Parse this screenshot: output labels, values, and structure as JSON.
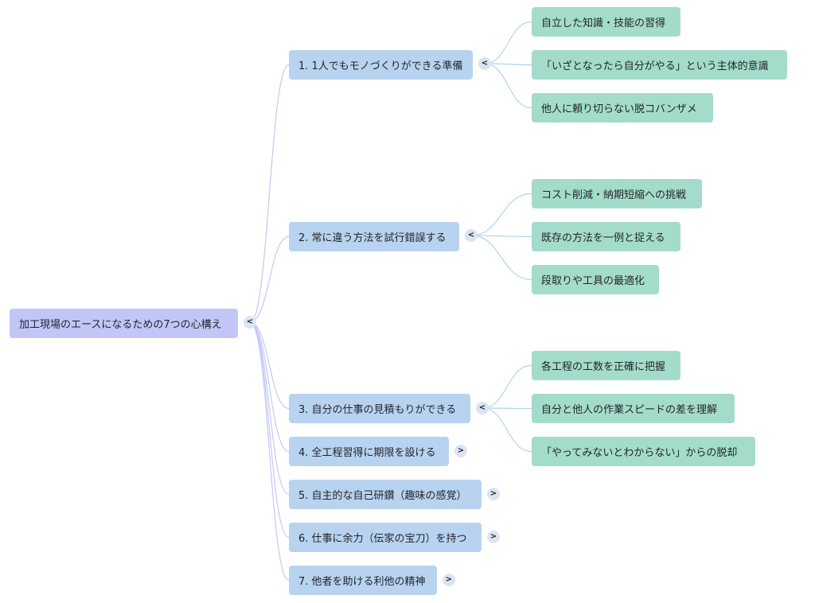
{
  "colors": {
    "root": "#c2c6f7",
    "branch": "#b8d3f0",
    "leaf": "#a4dccb",
    "root_link": "#c3c8f4",
    "branch_link": "#b2d4ec",
    "toggle": "#dbe4f3"
  },
  "root": {
    "label": "加工現場のエースになるための7つの心構え",
    "toggle": "<"
  },
  "branches": [
    {
      "label": "1. 1人でもモノづくりができる準備",
      "toggle": "<",
      "children": [
        "自立した知識・技能の習得",
        "「いざとなったら自分がやる」という主体的意識",
        "他人に頼り切らない脱コバンザメ"
      ]
    },
    {
      "label": "2. 常に違う方法を試行錯誤する",
      "toggle": "<",
      "children": [
        "コスト削減・納期短縮への挑戦",
        "既存の方法を一例と捉える",
        "段取りや工具の最適化"
      ]
    },
    {
      "label": "3. 自分の仕事の見積もりができる",
      "toggle": "<",
      "children": [
        "各工程の工数を正確に把握",
        "自分と他人の作業スピードの差を理解",
        "「やってみないとわからない」からの脱却"
      ]
    },
    {
      "label": "4. 全工程習得に期限を設ける",
      "toggle": ">",
      "children": []
    },
    {
      "label": "5. 自主的な自己研鑽（趣味の感覚）",
      "toggle": ">",
      "children": []
    },
    {
      "label": "6. 仕事に余力（伝家の宝刀）を持つ",
      "toggle": ">",
      "children": []
    },
    {
      "label": "7. 他者を助ける利他の精神",
      "toggle": ">",
      "children": []
    }
  ]
}
